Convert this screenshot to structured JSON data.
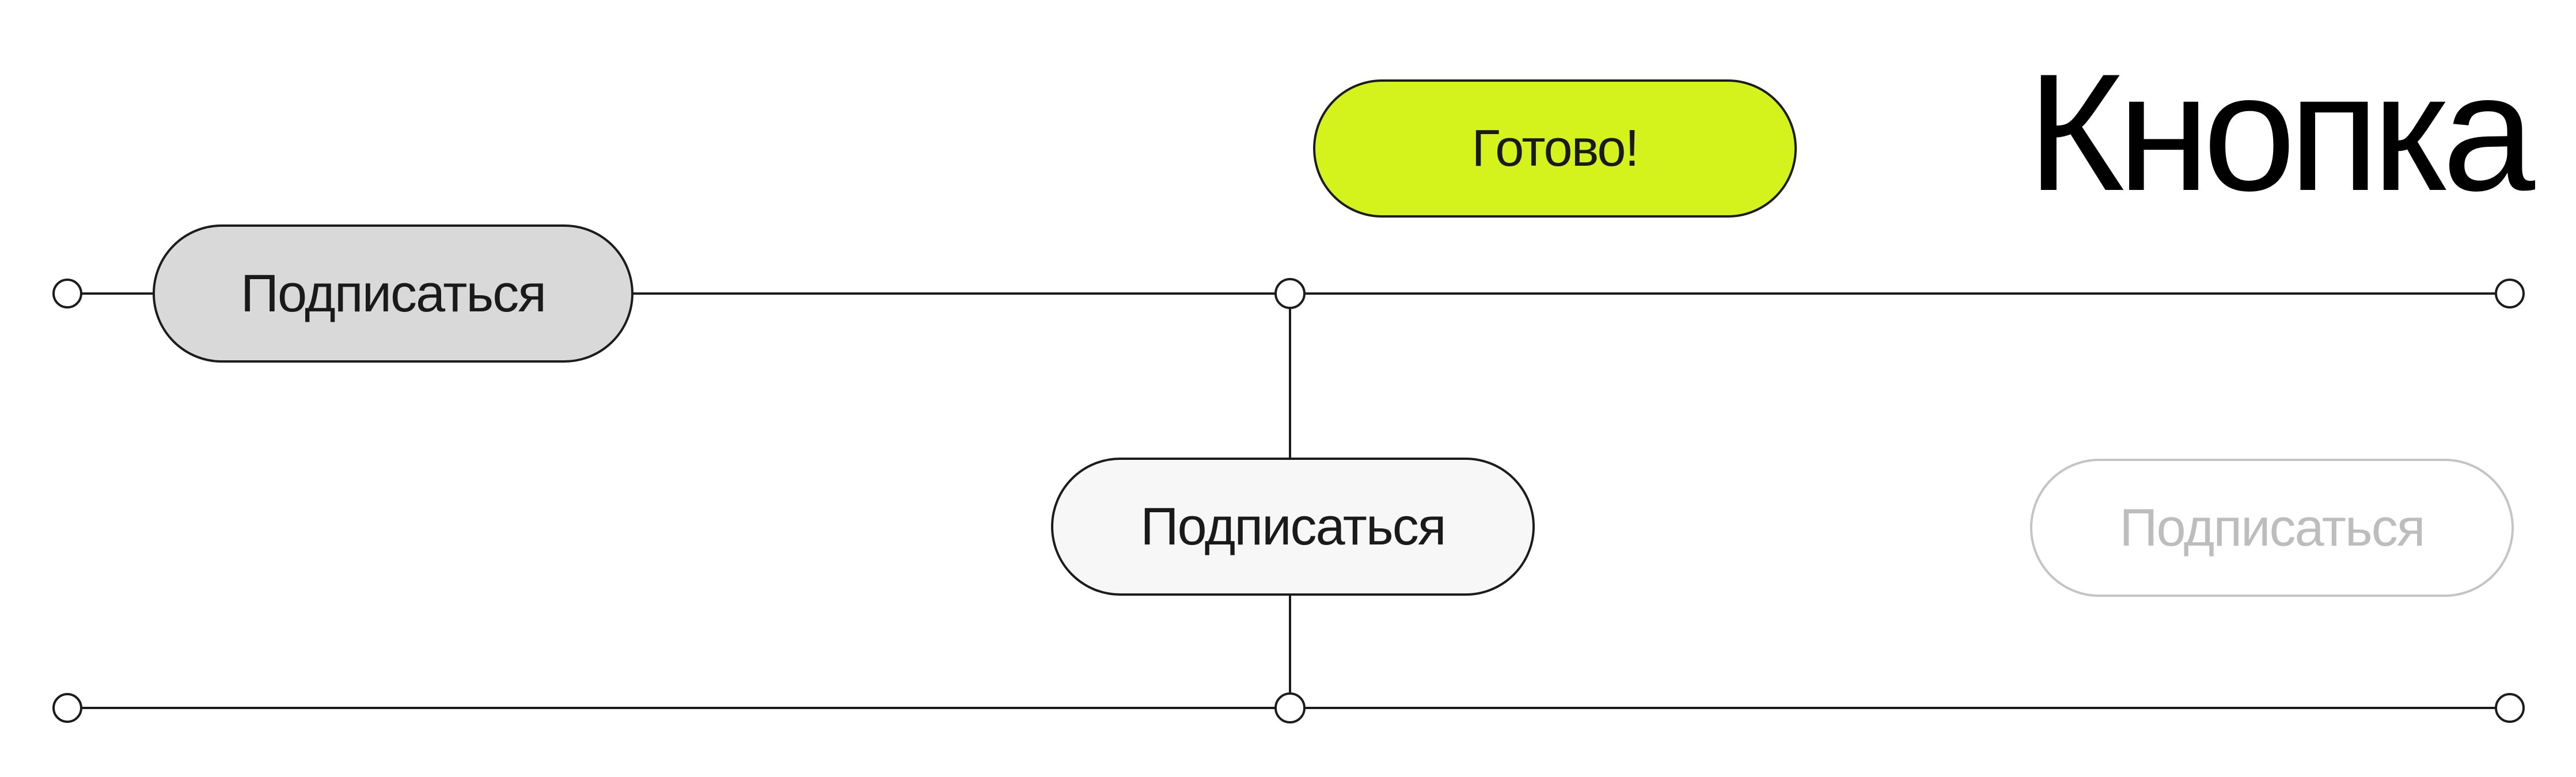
{
  "heading": "Кнопка",
  "buttons": {
    "default_label": "Подписаться",
    "done_label": "Готово!",
    "outline_label": "Подписаться",
    "disabled_label": "Подписаться"
  },
  "colors": {
    "line": "#1c1c1c",
    "accent": "#d4f31c",
    "pressed": "#d9d9d9",
    "disabled": "#c4c4c4"
  }
}
